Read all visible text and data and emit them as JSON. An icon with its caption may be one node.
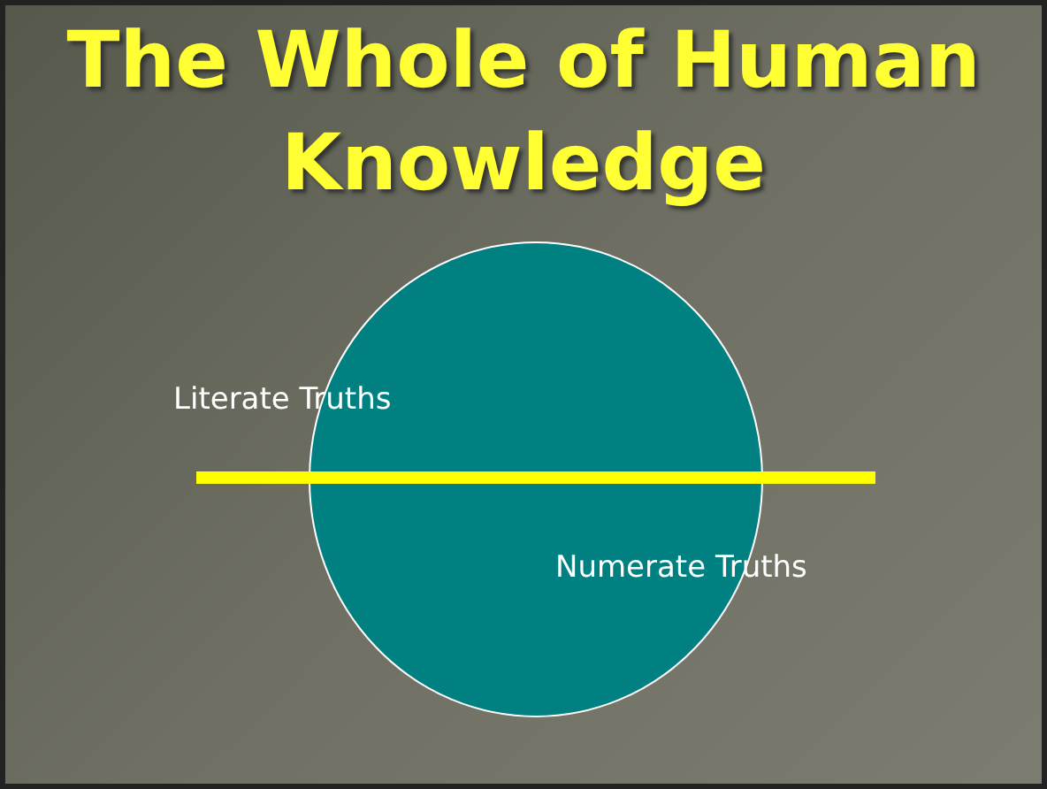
{
  "diagram": {
    "title": "The Whole of Human Knowledge",
    "nodes": [
      {
        "text": [],
        "shape": "circle"
      }
    ],
    "labels": [
      "Literate Truths",
      "Numerate Truths"
    ]
  }
}
